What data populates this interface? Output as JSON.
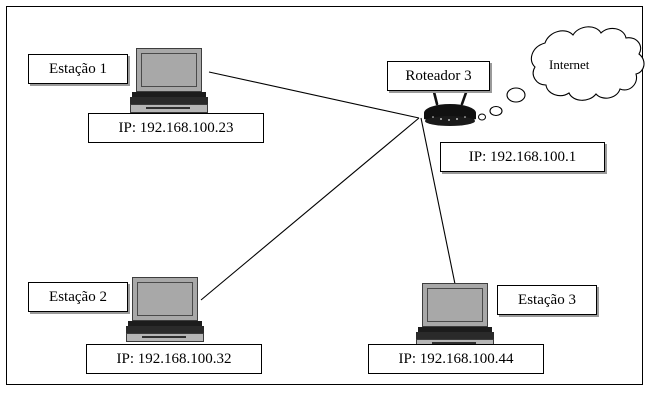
{
  "diagram": {
    "title": "Rede local com roteador e tres estacoes",
    "type": "network-topology",
    "language": "pt-BR",
    "colors": {
      "line": "#000000",
      "box_border": "#000000",
      "background": "#ffffff",
      "laptop_screen": "#a8a8a8",
      "laptop_base": "#b6b6b6",
      "router_body": "#111111"
    }
  },
  "nodes": {
    "station1": {
      "name_label": "Estação 1",
      "ip_label": "IP: 192.168.100.23",
      "icon": "laptop-icon"
    },
    "station2": {
      "name_label": "Estação 2",
      "ip_label": "IP: 192.168.100.32",
      "icon": "laptop-icon"
    },
    "station3": {
      "name_label": "Estação 3",
      "ip_label": "IP: 192.168.100.44",
      "icon": "laptop-icon"
    },
    "router": {
      "name_label": "Roteador 3",
      "ip_label": "IP: 192.168.100.1",
      "icon": "wireless-router-icon"
    },
    "internet": {
      "label": "Internet",
      "icon": "cloud-icon"
    }
  },
  "links": [
    {
      "from": "station1",
      "to": "router"
    },
    {
      "from": "station2",
      "to": "router"
    },
    {
      "from": "station3",
      "to": "router"
    },
    {
      "from": "router",
      "to": "internet"
    }
  ]
}
